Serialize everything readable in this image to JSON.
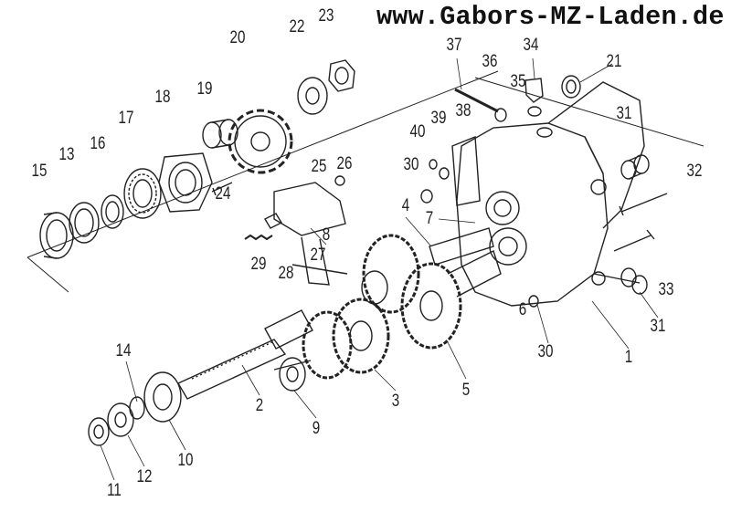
{
  "header": {
    "website": "www.Gabors-MZ-Laden.de"
  },
  "labels": [
    "23",
    "22",
    "20",
    "37",
    "34",
    "21",
    "36",
    "35",
    "19",
    "18",
    "17",
    "31",
    "38",
    "39",
    "40",
    "16",
    "13",
    "15",
    "30",
    "25",
    "26",
    "32",
    "24",
    "4",
    "7",
    "8",
    "27",
    "29",
    "28",
    "33",
    "31",
    "6",
    "30",
    "1",
    "14",
    "2",
    "3",
    "5",
    "9",
    "10",
    "12",
    "11"
  ],
  "colors": {
    "line": "#222222",
    "background": "#ffffff"
  }
}
